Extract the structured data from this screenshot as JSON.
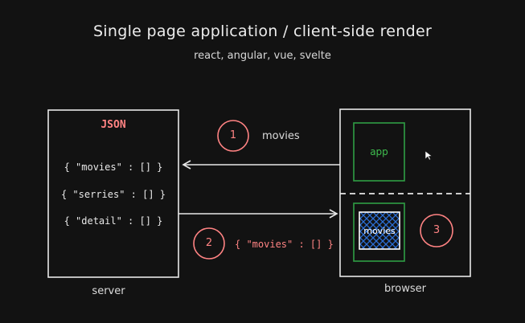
{
  "title": "Single page application / client-side render",
  "subtitle": "react, angular, vue, svelte",
  "server": {
    "label": "server",
    "heading": "JSON",
    "lines": [
      "{ \"movies\" : [] }",
      "{ \"serries\" : [] }",
      "{ \"detail\" : [] }"
    ]
  },
  "browser": {
    "label": "browser",
    "app_label": "app",
    "movies_label": "movies"
  },
  "steps": {
    "one": "1",
    "two": "2",
    "three": "3"
  },
  "request_label": "movies",
  "response_payload": "{ \"movies\" : [] }",
  "colors": {
    "background": "#121212",
    "stroke": "#e8e8e8",
    "accent_red": "#ff8383",
    "accent_green": "#2f9e44",
    "accent_blue": "#1971c2"
  }
}
